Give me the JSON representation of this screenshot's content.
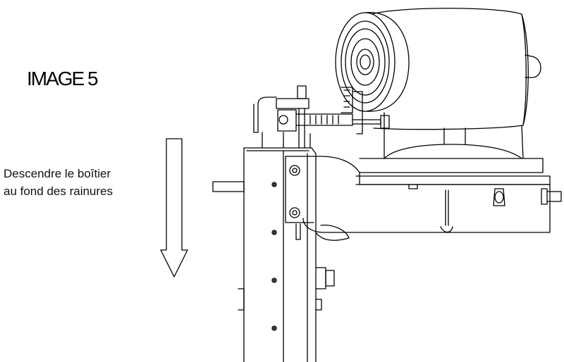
{
  "figure": {
    "title": "IMAGE 5",
    "instruction_line1": "Descendre le boîtier",
    "instruction_line2": "au fond des rainures"
  },
  "colors": {
    "line": "#000000",
    "background": "#ffffff"
  },
  "icons": {
    "arrow": "down-arrow-icon"
  }
}
